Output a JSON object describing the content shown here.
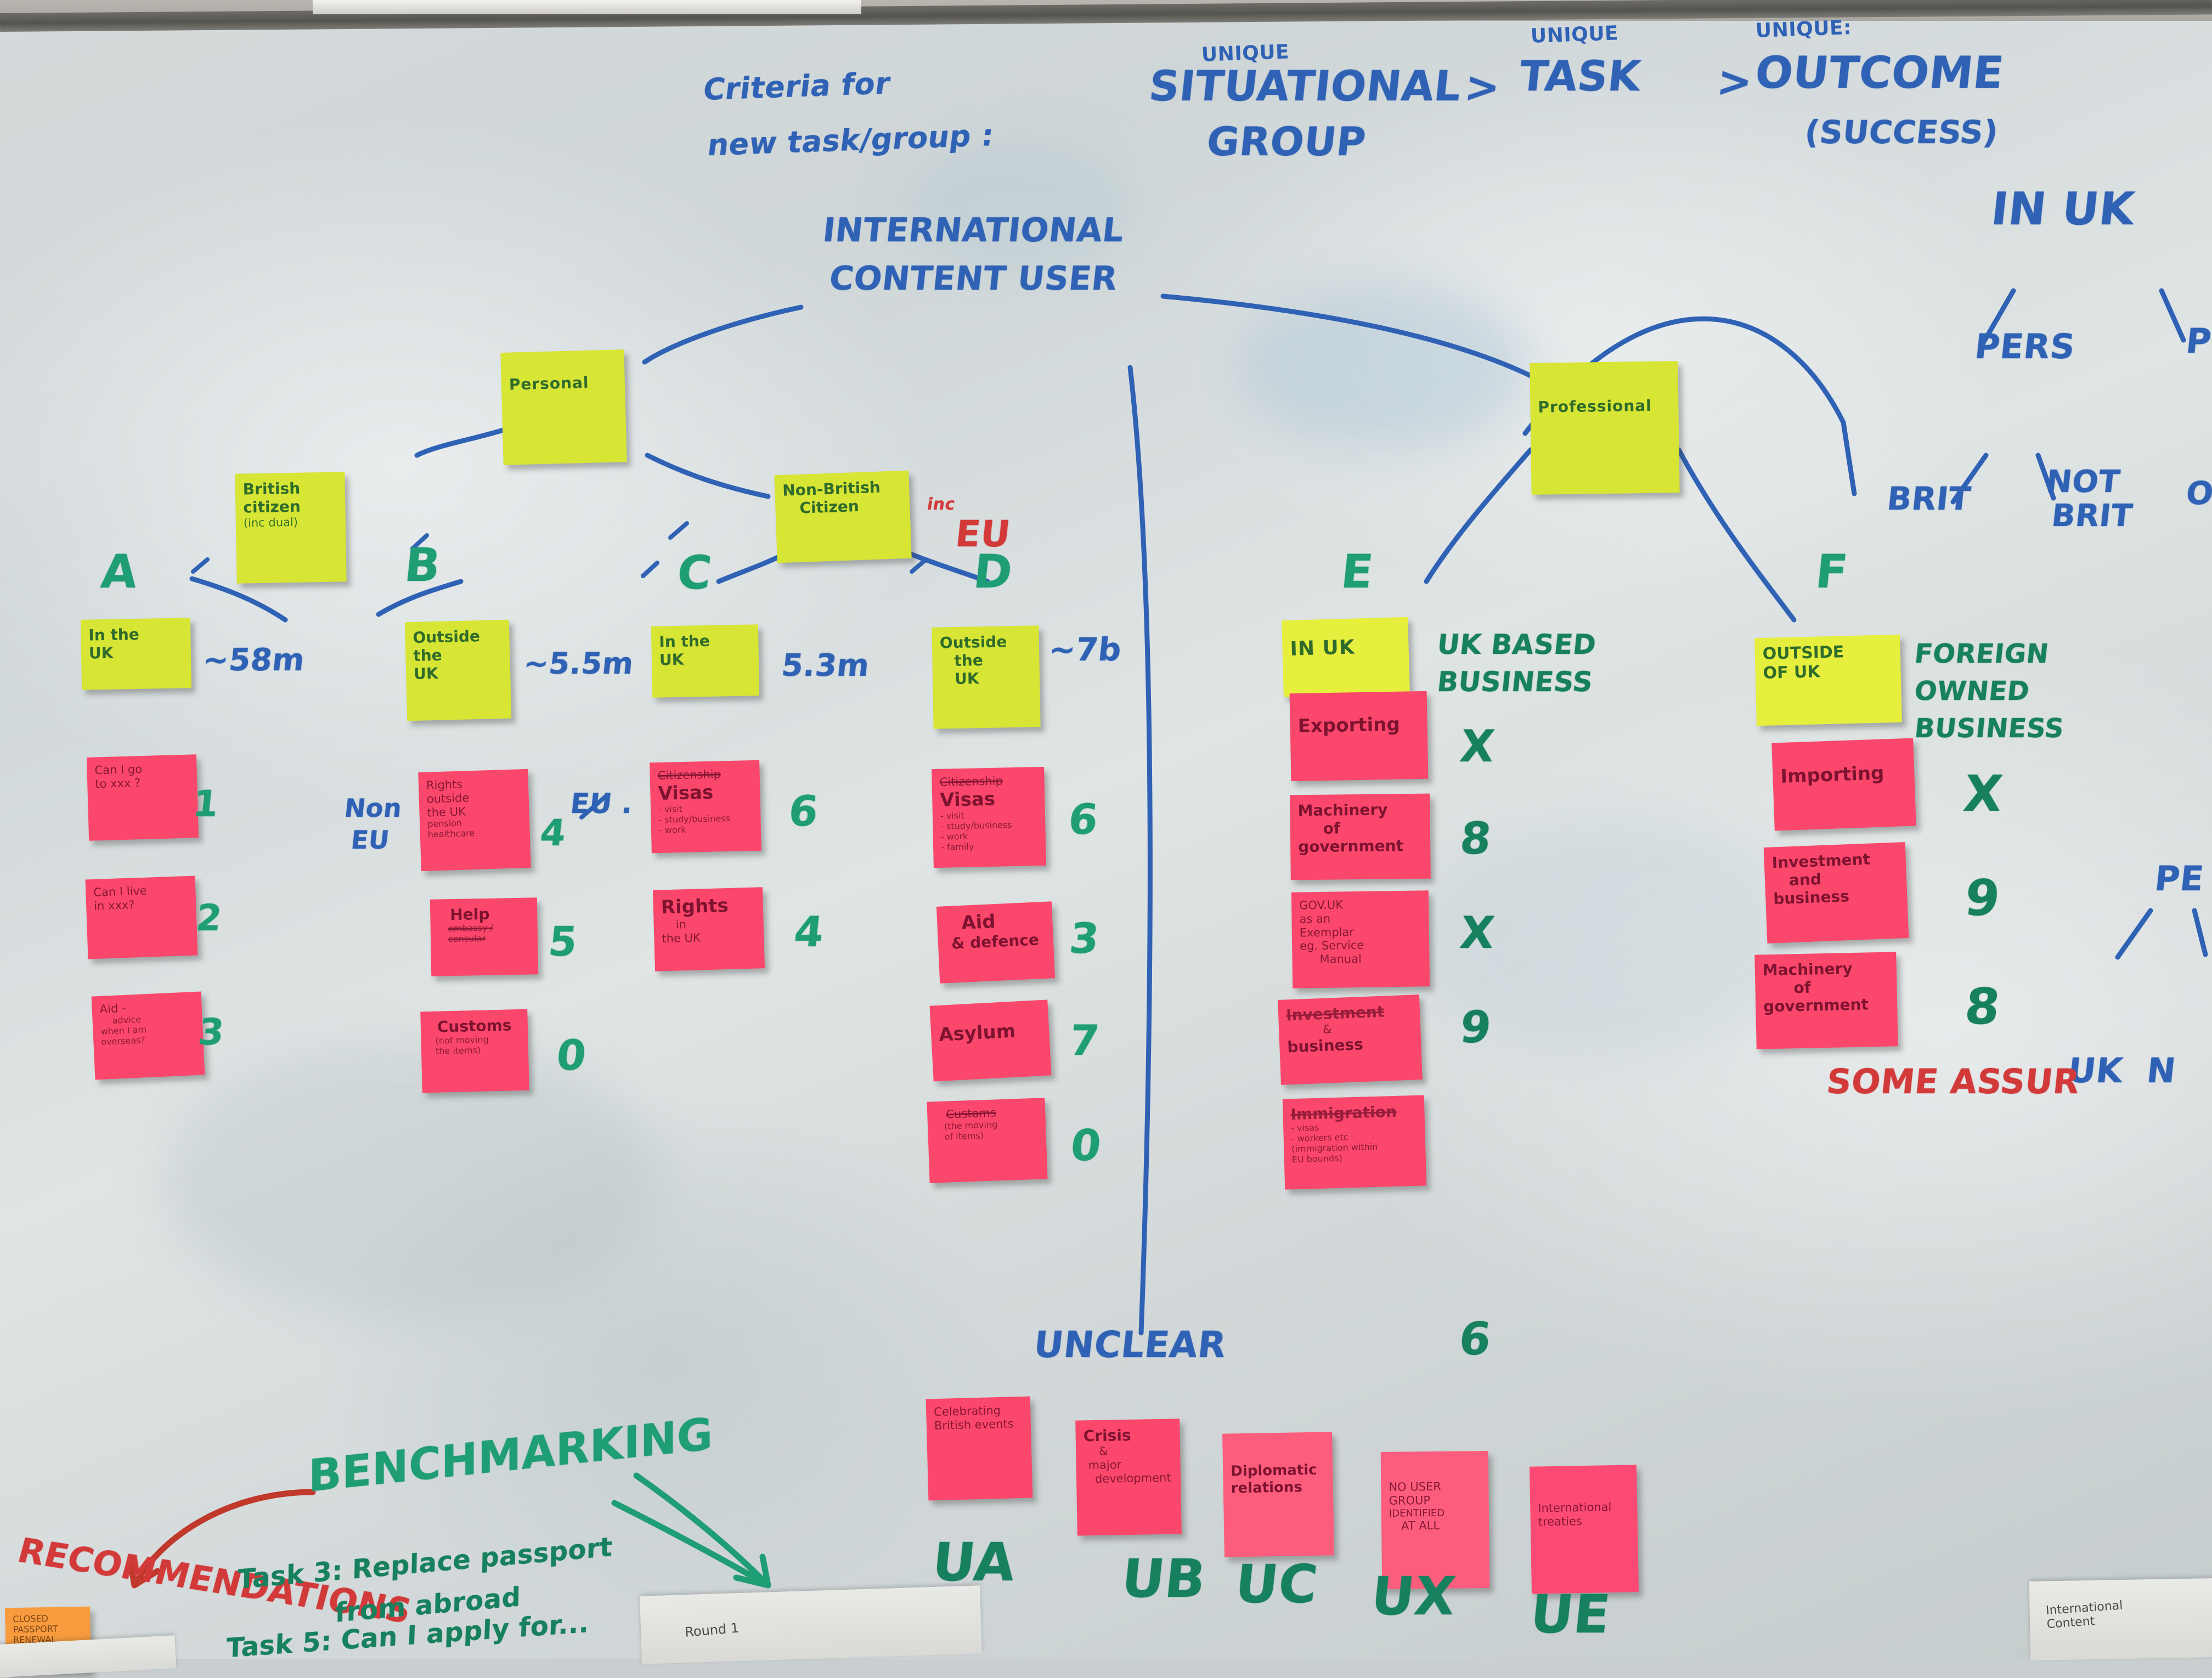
{
  "board": {
    "title": "Workshop whiteboard — International content user taxonomy",
    "surface_color": "#d5dadb",
    "ink_colors": {
      "blue": "#2f62b5",
      "green": "#1f9d74",
      "red": "#d23a3a"
    }
  },
  "header": {
    "criteria_line1": "Criteria for",
    "criteria_line2": "new task/group :",
    "unique_1": "UNIQUE",
    "chain_1": "SITUATIONAL",
    "chain_1b": "GROUP",
    "gt_1": ">",
    "unique_2": "UNIQUE",
    "chain_2": "TASK",
    "gt_2": ">",
    "unique_3": "UNIQUE:",
    "chain_3": "OUTCOME",
    "chain_3b": "(SUCCESS)"
  },
  "root": {
    "label_line1": "INTERNATIONAL",
    "label_line2": "CONTENT USER"
  },
  "branch_notes": {
    "personal": "Personal",
    "professional": "Professional",
    "british_citizen": "British\ncitizen\n(inc dual)",
    "british_citizen_l1": "British",
    "british_citizen_l2": "citizen",
    "british_citizen_l3": "(inc dual)",
    "non_british_l1": "Non-British",
    "non_british_l2": "Citizen",
    "inc_eu_small": "inc",
    "inc_eu_big": "EU"
  },
  "right_tree": {
    "in_uk": "IN UK",
    "pers": "PERS",
    "brit": "BRIT",
    "not_brit": "NOT\nBRIT",
    "not_brit_l1": "NOT",
    "not_brit_l2": "BRIT",
    "edge_pers": "PE",
    "edge_uk": "UK",
    "edge_n": "N",
    "edge_p": "P",
    "edge_o": "O"
  },
  "columns": [
    {
      "letter": "A",
      "header_note": "In the\nUK",
      "header_l1": "In the",
      "header_l2": "UK",
      "population": "58m",
      "population_prefix": "~",
      "tasks": [
        {
          "lines": [
            "Can I go",
            "to xxx ?"
          ],
          "score": "1"
        },
        {
          "lines": [
            "Can I live",
            "in xxx?"
          ],
          "score": "2"
        },
        {
          "lines": [
            "Aid -",
            "advice",
            "when I am",
            "overseas?"
          ],
          "score": "3"
        }
      ]
    },
    {
      "letter": "B",
      "header_note": "Outside\nthe\nUK",
      "header_l1": "Outside",
      "header_l2": "the",
      "header_l3": "UK",
      "population": "5.5m",
      "population_prefix": "~",
      "side_notes": [
        {
          "text": "Non\nEU",
          "color": "blue"
        },
        {
          "text": "EU .",
          "color": "blue"
        }
      ],
      "side_non_eu_l1": "Non",
      "side_non_eu_l2": "EU",
      "side_eu": "EU .",
      "tasks": [
        {
          "lines": [
            "Rights",
            "outside",
            "the UK",
            "pension",
            "healthcare"
          ],
          "score": "4"
        },
        {
          "lines": [
            "Help",
            "embassy /",
            "consular"
          ],
          "score": "5",
          "strikethrough_line": 1
        },
        {
          "lines": [
            "Customs",
            "(not moving",
            "the items)"
          ],
          "score": "0"
        }
      ]
    },
    {
      "letter": "C",
      "header_note": "In the\nUK",
      "header_l1": "In the",
      "header_l2": "UK",
      "population": "5.3m",
      "population_prefix": "",
      "tasks": [
        {
          "lines": [
            "Citizenship",
            "Visas",
            "- visit",
            "- study/business",
            "- work"
          ],
          "score": "6",
          "strikethrough_line": 0
        },
        {
          "lines": [
            "Rights",
            "in",
            "the UK"
          ],
          "score": "4"
        }
      ]
    },
    {
      "letter": "D",
      "header_note": "Outside\nthe\nUK",
      "header_l1": "Outside",
      "header_l2": "the",
      "header_l3": "UK",
      "population": "7b",
      "population_prefix": "~",
      "tasks": [
        {
          "lines": [
            "Citizenship",
            "Visas",
            "- visit",
            "- study/business",
            "- work",
            "- family"
          ],
          "score": "6",
          "strikethrough_line": 0
        },
        {
          "lines": [
            "Aid",
            "& defence"
          ],
          "score": "3"
        },
        {
          "lines": [
            "Asylum"
          ],
          "score": "7"
        },
        {
          "lines": [
            "Customs",
            "(the moving",
            "of items)"
          ],
          "score": "0"
        }
      ]
    },
    {
      "letter": "E",
      "header_note": "IN UK",
      "header_l1": "IN UK",
      "category_l1": "UK BASED",
      "category_l2": "BUSINESS",
      "tasks": [
        {
          "lines": [
            "Exporting"
          ],
          "score": "X"
        },
        {
          "lines": [
            "Machinery",
            "of",
            "government"
          ],
          "score": "8"
        },
        {
          "lines": [
            "GOV.UK",
            "as an",
            "Exemplar",
            "eg. Service",
            "Manual"
          ],
          "score": "X"
        },
        {
          "lines": [
            "Investment",
            "&",
            "business"
          ],
          "score": "9",
          "strikethrough_line": 0
        },
        {
          "lines": [
            "Immigration",
            "- visas",
            "- workers etc",
            "(immigration within",
            "EU bounds)"
          ],
          "score": "6",
          "strikethrough_line": 0
        }
      ]
    },
    {
      "letter": "F",
      "header_note": "Outside\nof UK",
      "header_l1": "OUTSIDE",
      "header_l2": "OF UK",
      "category_l1": "FOREIGN",
      "category_l2": "OWNED",
      "category_l3": "BUSINESS",
      "tasks": [
        {
          "lines": [
            "Importing"
          ],
          "score": "X"
        },
        {
          "lines": [
            "Investment",
            "and",
            "business"
          ],
          "score": "9"
        },
        {
          "lines": [
            "Machinery",
            "of",
            "government"
          ],
          "score": "8"
        }
      ]
    }
  ],
  "unclear": {
    "label": "UNCLEAR",
    "notes": [
      {
        "lines": [
          "Celebrating",
          "British events"
        ],
        "tag": "UA"
      },
      {
        "lines": [
          "Crisis",
          "&",
          "major",
          "development"
        ],
        "tag": "UB"
      },
      {
        "lines": [
          "Diplomatic",
          "relations"
        ],
        "tag": "UC"
      },
      {
        "lines": [
          "NO USER",
          "GROUP",
          "IDENTIFIED",
          "AT ALL"
        ],
        "tag": "UX"
      },
      {
        "lines": [
          "International",
          "treaties"
        ],
        "tag": "UE"
      }
    ]
  },
  "bottom_left": {
    "benchmarking": "BENCHMARKING",
    "recommendations": "RECOMMENDATIONS",
    "task3": "Task 3: Replace passport",
    "task3_cont": "from abroad",
    "task5": "Task 5: Can I apply for...",
    "orange_note_l1": "CLOSED",
    "orange_note_l2": "PASSPORT",
    "orange_note_l3": "RENEWAL"
  },
  "annotations": {
    "some_assurance": "SOME ASSUR",
    "right_edge_pe": "PE",
    "right_edge_uk_n": "UK  N"
  },
  "sheets": [
    {
      "text": "Round 1"
    },
    {
      "text": "International\nContent"
    }
  ]
}
